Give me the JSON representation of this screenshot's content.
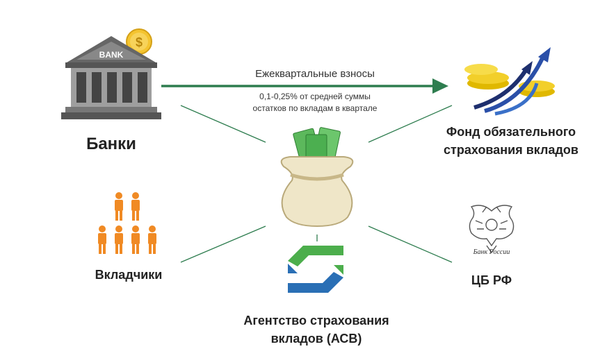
{
  "banks": {
    "sign_text": "BANK",
    "label": "Банки"
  },
  "arrow": {
    "title": "Ежеквартальные взносы",
    "note_line1": "0,1-0,25% от средней суммы",
    "note_line2": "остатков по вкладам в квартале"
  },
  "fund": {
    "line1": "Фонд обязательного",
    "line2": "страхования вкладов"
  },
  "depositors": {
    "label": "Вкладчики"
  },
  "agency": {
    "line1": "Агентство страхования",
    "line2": "вкладов (АСВ)"
  },
  "cbr": {
    "label": "ЦБ РФ",
    "seal_text": "Банк России"
  },
  "colors": {
    "arrow_green": "#2e7d4f",
    "people_orange": "#f08a24",
    "agency_blue": "#2a6fb5",
    "agency_green": "#4cae4c"
  }
}
